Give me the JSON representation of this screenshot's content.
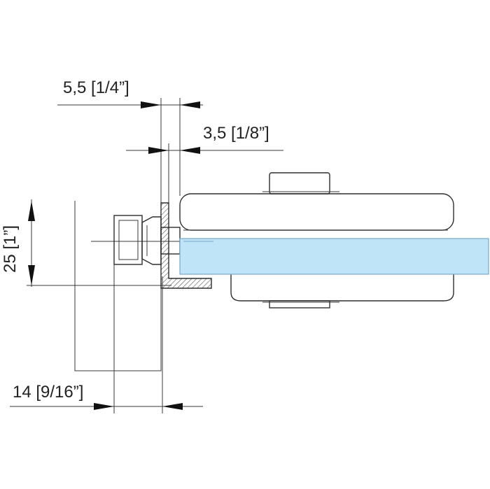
{
  "dimensions": {
    "top_width": "5,5 [1/4”]",
    "gap_width": "3,5 [1/8”]",
    "height": "25 [1”]",
    "bottom_width": "14 [9/16”]"
  },
  "colors": {
    "glass": "#bfe3f7",
    "glass_edge": "#7aa9c8",
    "line": "#2e2e2e",
    "hatch": "#555555"
  }
}
